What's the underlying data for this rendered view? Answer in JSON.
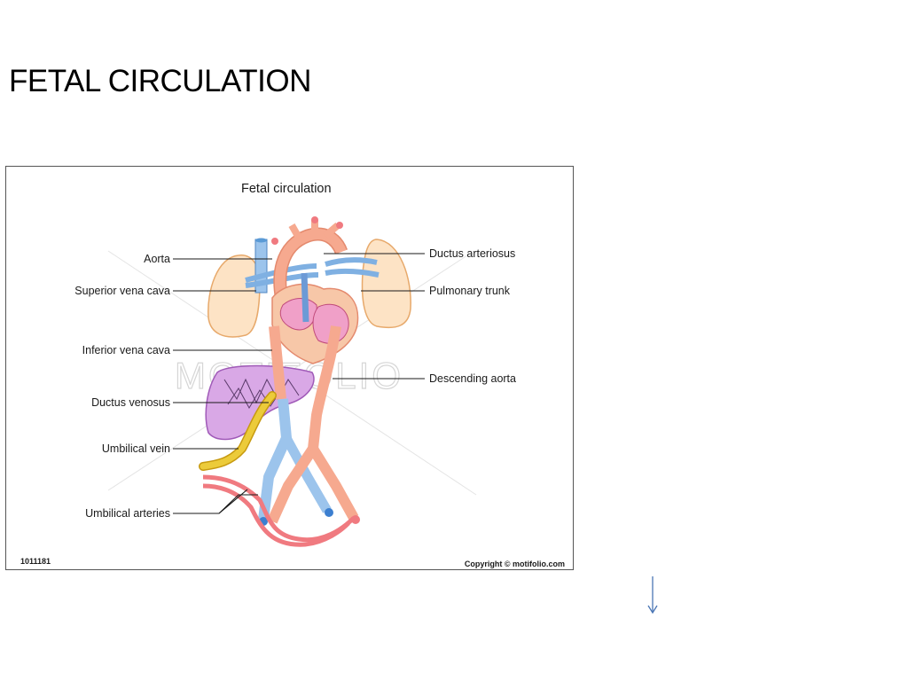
{
  "slide": {
    "title": "FETAL CIRCULATION"
  },
  "figure": {
    "title": "Fetal circulation",
    "watermark": "MOTIFOLIO",
    "image_id": "1011181",
    "copyright": "Copyright © motifolio.com",
    "left_labels": [
      "Aorta",
      "Superior vena cava",
      "Inferior vena cava",
      "Ductus venosus",
      "Umbilical vein",
      "Umbilical arteries"
    ],
    "right_labels": [
      "Ductus arteriosus",
      "Pulmonary trunk",
      "Descending aorta"
    ]
  },
  "colors": {
    "oxygenated": "#f6a98f",
    "deoxygenated": "#9cc4ec",
    "umbilical_vein": "#e8c23a",
    "lungs": "#fde3c5",
    "heart": "#f0a0c8",
    "liver": "#d9a8e6",
    "accent": "#4a76b5"
  },
  "icons": {
    "scroll_indicator": "down-arrow-icon"
  }
}
